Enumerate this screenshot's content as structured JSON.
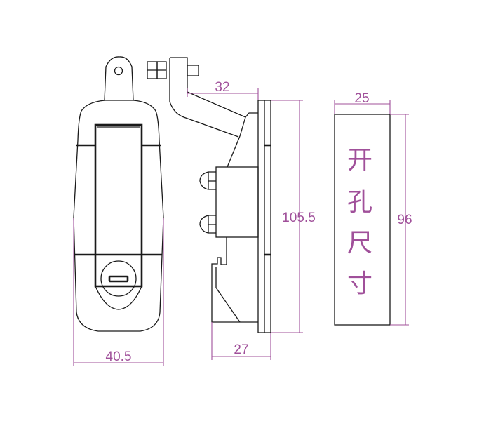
{
  "dimensions": {
    "front_width": "40.5",
    "arm_reach": "32",
    "height": "105.5",
    "depth": "27",
    "cutout_width": "25",
    "cutout_height": "96"
  },
  "cutout_label": [
    "开",
    "孔",
    "尺",
    "寸"
  ],
  "colors": {
    "line": "#1a1a1a",
    "dimension": "#a0509a"
  }
}
